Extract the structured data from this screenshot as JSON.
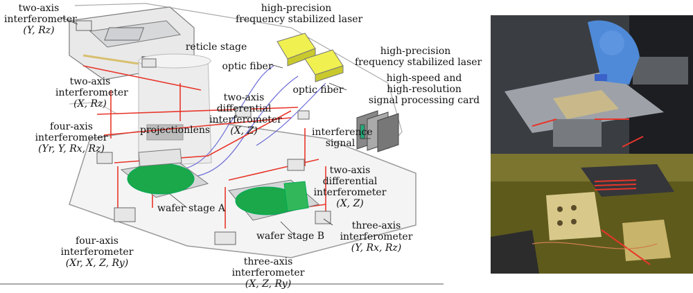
{
  "labels": {
    "two_axis_yrz": {
      "line1": "two-axis",
      "line2": "interferometer",
      "line3": "(Y, Rz)"
    },
    "laser_top": {
      "line1": "high-precision",
      "line2": "frequency stabilized  laser"
    },
    "laser_right": {
      "line1": "high-precision",
      "line2": "frequency stabilized  laser"
    },
    "reticle_stage": "reticle stage",
    "optic_fiber_1": "optic fiber",
    "optic_fiber_2": "optic fiber",
    "signal_card": {
      "line1": "high-speed and",
      "line2": "high-resolution",
      "line3": "signal processing card"
    },
    "two_axis_xrz": {
      "line1": "two-axis",
      "line2": "interferometer",
      "line3": "(X, Rz)"
    },
    "two_axis_diff_top": {
      "line1": "two-axis",
      "line2": "differential",
      "line3": "interferometer",
      "line4": "(X, Z)"
    },
    "projection_lens": "projectionlens",
    "interference_signal": {
      "line1": "interference",
      "line2": "signal"
    },
    "four_axis_top": {
      "line1": "four-axis",
      "line2": "interferometer",
      "line3": "(Yr, Y, Rx, Rz)"
    },
    "two_axis_diff_right": {
      "line1": "two-axis",
      "line2": "differential",
      "line3": "interferometer",
      "line4": "(X, Z)"
    },
    "wafer_stage_a": "wafer stage A",
    "wafer_stage_b": "wafer stage B",
    "three_axis_right": {
      "line1": "three-axis",
      "line2": "interferometer",
      "line3": "(Y, Rx, Rz)"
    },
    "four_axis_bottom": {
      "line1": "four-axis",
      "line2": "interferometer",
      "line3": "(Xr, X, Z, Ry)"
    },
    "three_axis_bottom": {
      "line1": "three-axis",
      "line2": "interferometer",
      "line3": "(X, Z, Ry)"
    }
  },
  "colors": {
    "laser_beam": "#e8362a",
    "fiber": "#6a6ad8",
    "laser_body": "#e8e830",
    "wafer": "#1aa84a",
    "machine": "#bfc2c6"
  }
}
